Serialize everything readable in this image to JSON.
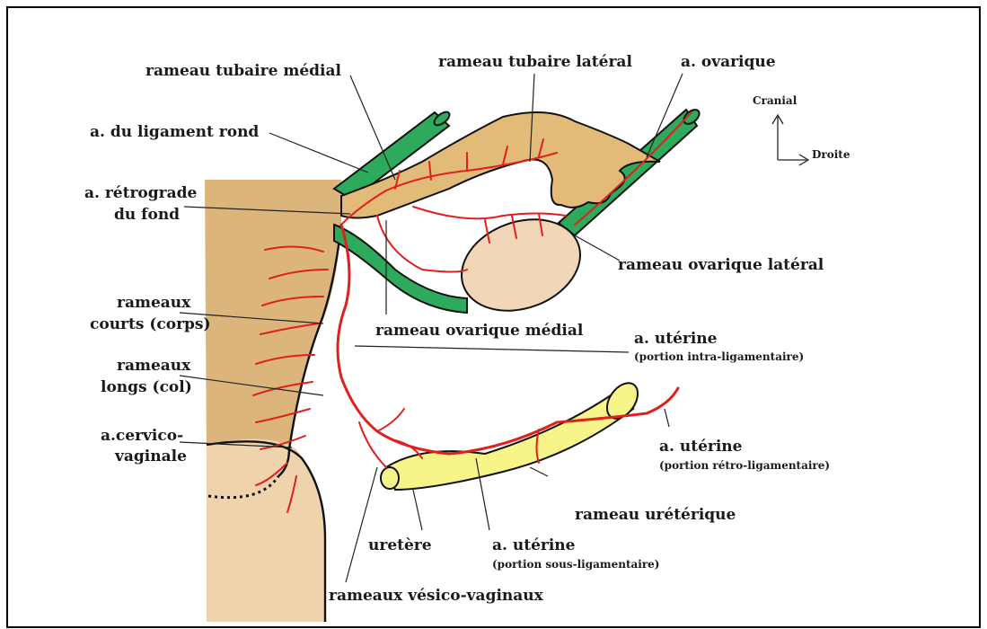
{
  "labels": {
    "rameau_tubaire_medial": "rameau tubaire médial",
    "rameau_tubaire_lateral": "rameau tubaire latéral",
    "a_ovarique": "a. ovarique",
    "a_ligament_rond": "a. du ligament rond",
    "a_retrograde_1": "a. rétrograde",
    "a_retrograde_2": "du fond",
    "rameau_ovarique_lateral": "rameau ovarique latéral",
    "rameaux_courts_1": "rameaux",
    "rameaux_courts_2": "courts (corps)",
    "rameau_ovarique_medial": "rameau ovarique médial",
    "a_uterine_intra": "a. utérine",
    "a_uterine_intra_sub": "(portion intra-ligamentaire)",
    "rameaux_longs_1": "rameaux",
    "rameaux_longs_2": "longs (col)",
    "a_cervico_1": "a.cervico-",
    "a_cervico_2": "vaginale",
    "a_uterine_retro": "a. utérine",
    "a_uterine_retro_sub": "(portion rétro-ligamentaire)",
    "rameau_ureterique": "rameau urétérique",
    "uretere": "uretère",
    "a_uterine_sous": "a. utérine",
    "a_uterine_sous_sub": "(portion sous-ligamentaire)",
    "rameaux_vesico": "rameaux vésico-vaginaux"
  },
  "compass": {
    "cranial": "Cranial",
    "droite": "Droite"
  },
  "colors": {
    "artery": "#e0201c",
    "uterus": "#dcb57c",
    "cervix": "#efd3ad",
    "ligament_green": "#2daa5c",
    "ureter_yellow": "#f7f58a",
    "tube": "#e2bb78",
    "ovary": "#f1d7b8"
  }
}
